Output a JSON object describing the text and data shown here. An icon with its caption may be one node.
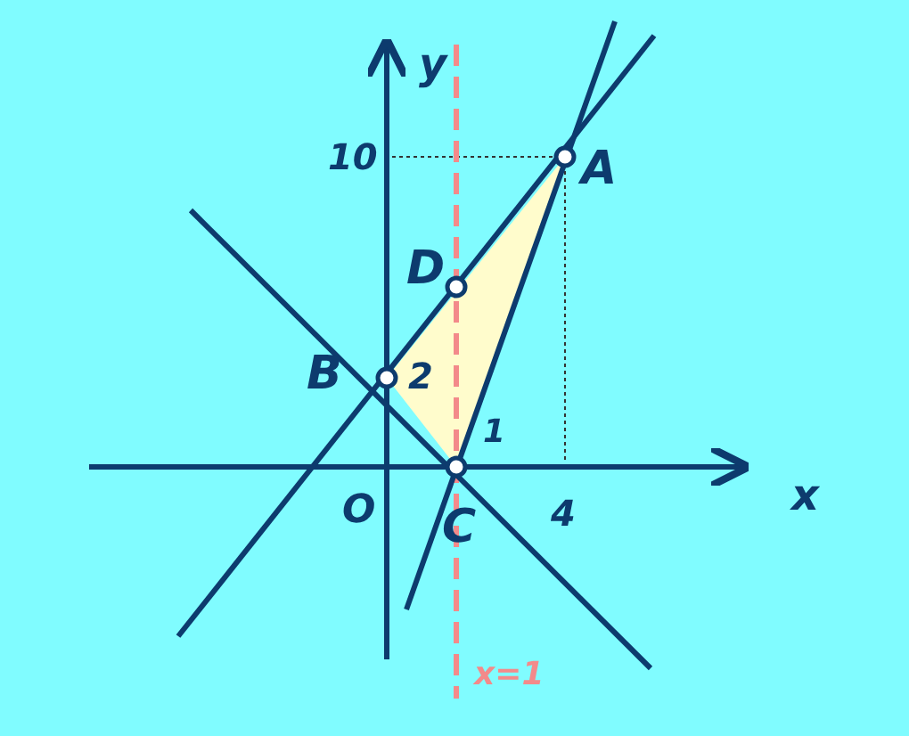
{
  "diagram": {
    "labels": [
      "y",
      "10",
      "A",
      "D",
      "B",
      "2",
      "1",
      "O",
      "C",
      "4",
      "x",
      "x=1"
    ]
  }
}
